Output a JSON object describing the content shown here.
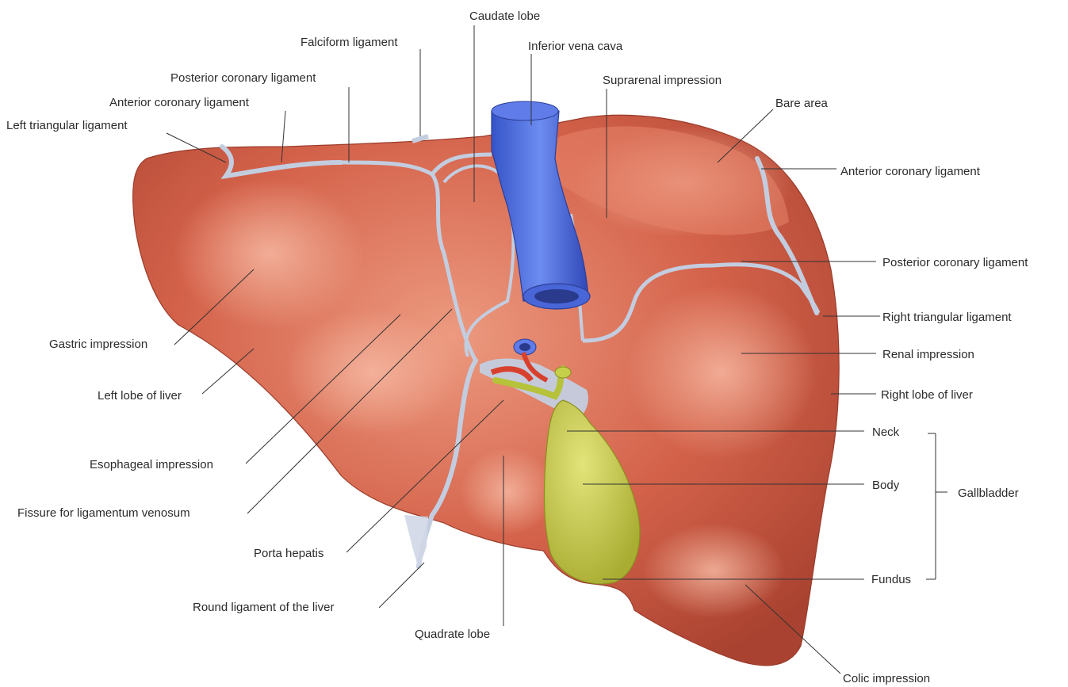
{
  "labels": {
    "caudate_lobe": "Caudate lobe",
    "falciform_ligament": "Falciform ligament",
    "inferior_vena_cava": "Inferior vena cava",
    "posterior_coronary_ligament_left": "Posterior coronary ligament",
    "suprarenal_impression": "Suprarenal impression",
    "anterior_coronary_ligament_left": "Anterior coronary ligament",
    "bare_area": "Bare area",
    "left_triangular_ligament": "Left triangular ligament",
    "anterior_coronary_ligament_right": "Anterior coronary ligament",
    "posterior_coronary_ligament_right": "Posterior coronary ligament",
    "gastric_impression": "Gastric impression",
    "right_triangular_ligament": "Right triangular ligament",
    "renal_impression": "Renal impression",
    "left_lobe_of_liver": "Left lobe of liver",
    "right_lobe_of_liver": "Right lobe of liver",
    "neck": "Neck",
    "esophageal_impression": "Esophageal impression",
    "body": "Body",
    "gallbladder": "Gallbladder",
    "fissure_ligamentum_venosum": "Fissure for ligamentum venosum",
    "porta_hepatis": "Porta hepatis",
    "fundus": "Fundus",
    "round_ligament": "Round ligament of the liver",
    "quadrate_lobe": "Quadrate lobe",
    "colic_impression": "Colic impression"
  },
  "colors": {
    "liver": "#d4624a",
    "liver_dark": "#b44a36",
    "liver_light": "#e98a70",
    "ligament": "#c3cde0",
    "vena_cava": "#4a6de0",
    "gallbladder": "#c4c84a",
    "leader": "#333333"
  }
}
